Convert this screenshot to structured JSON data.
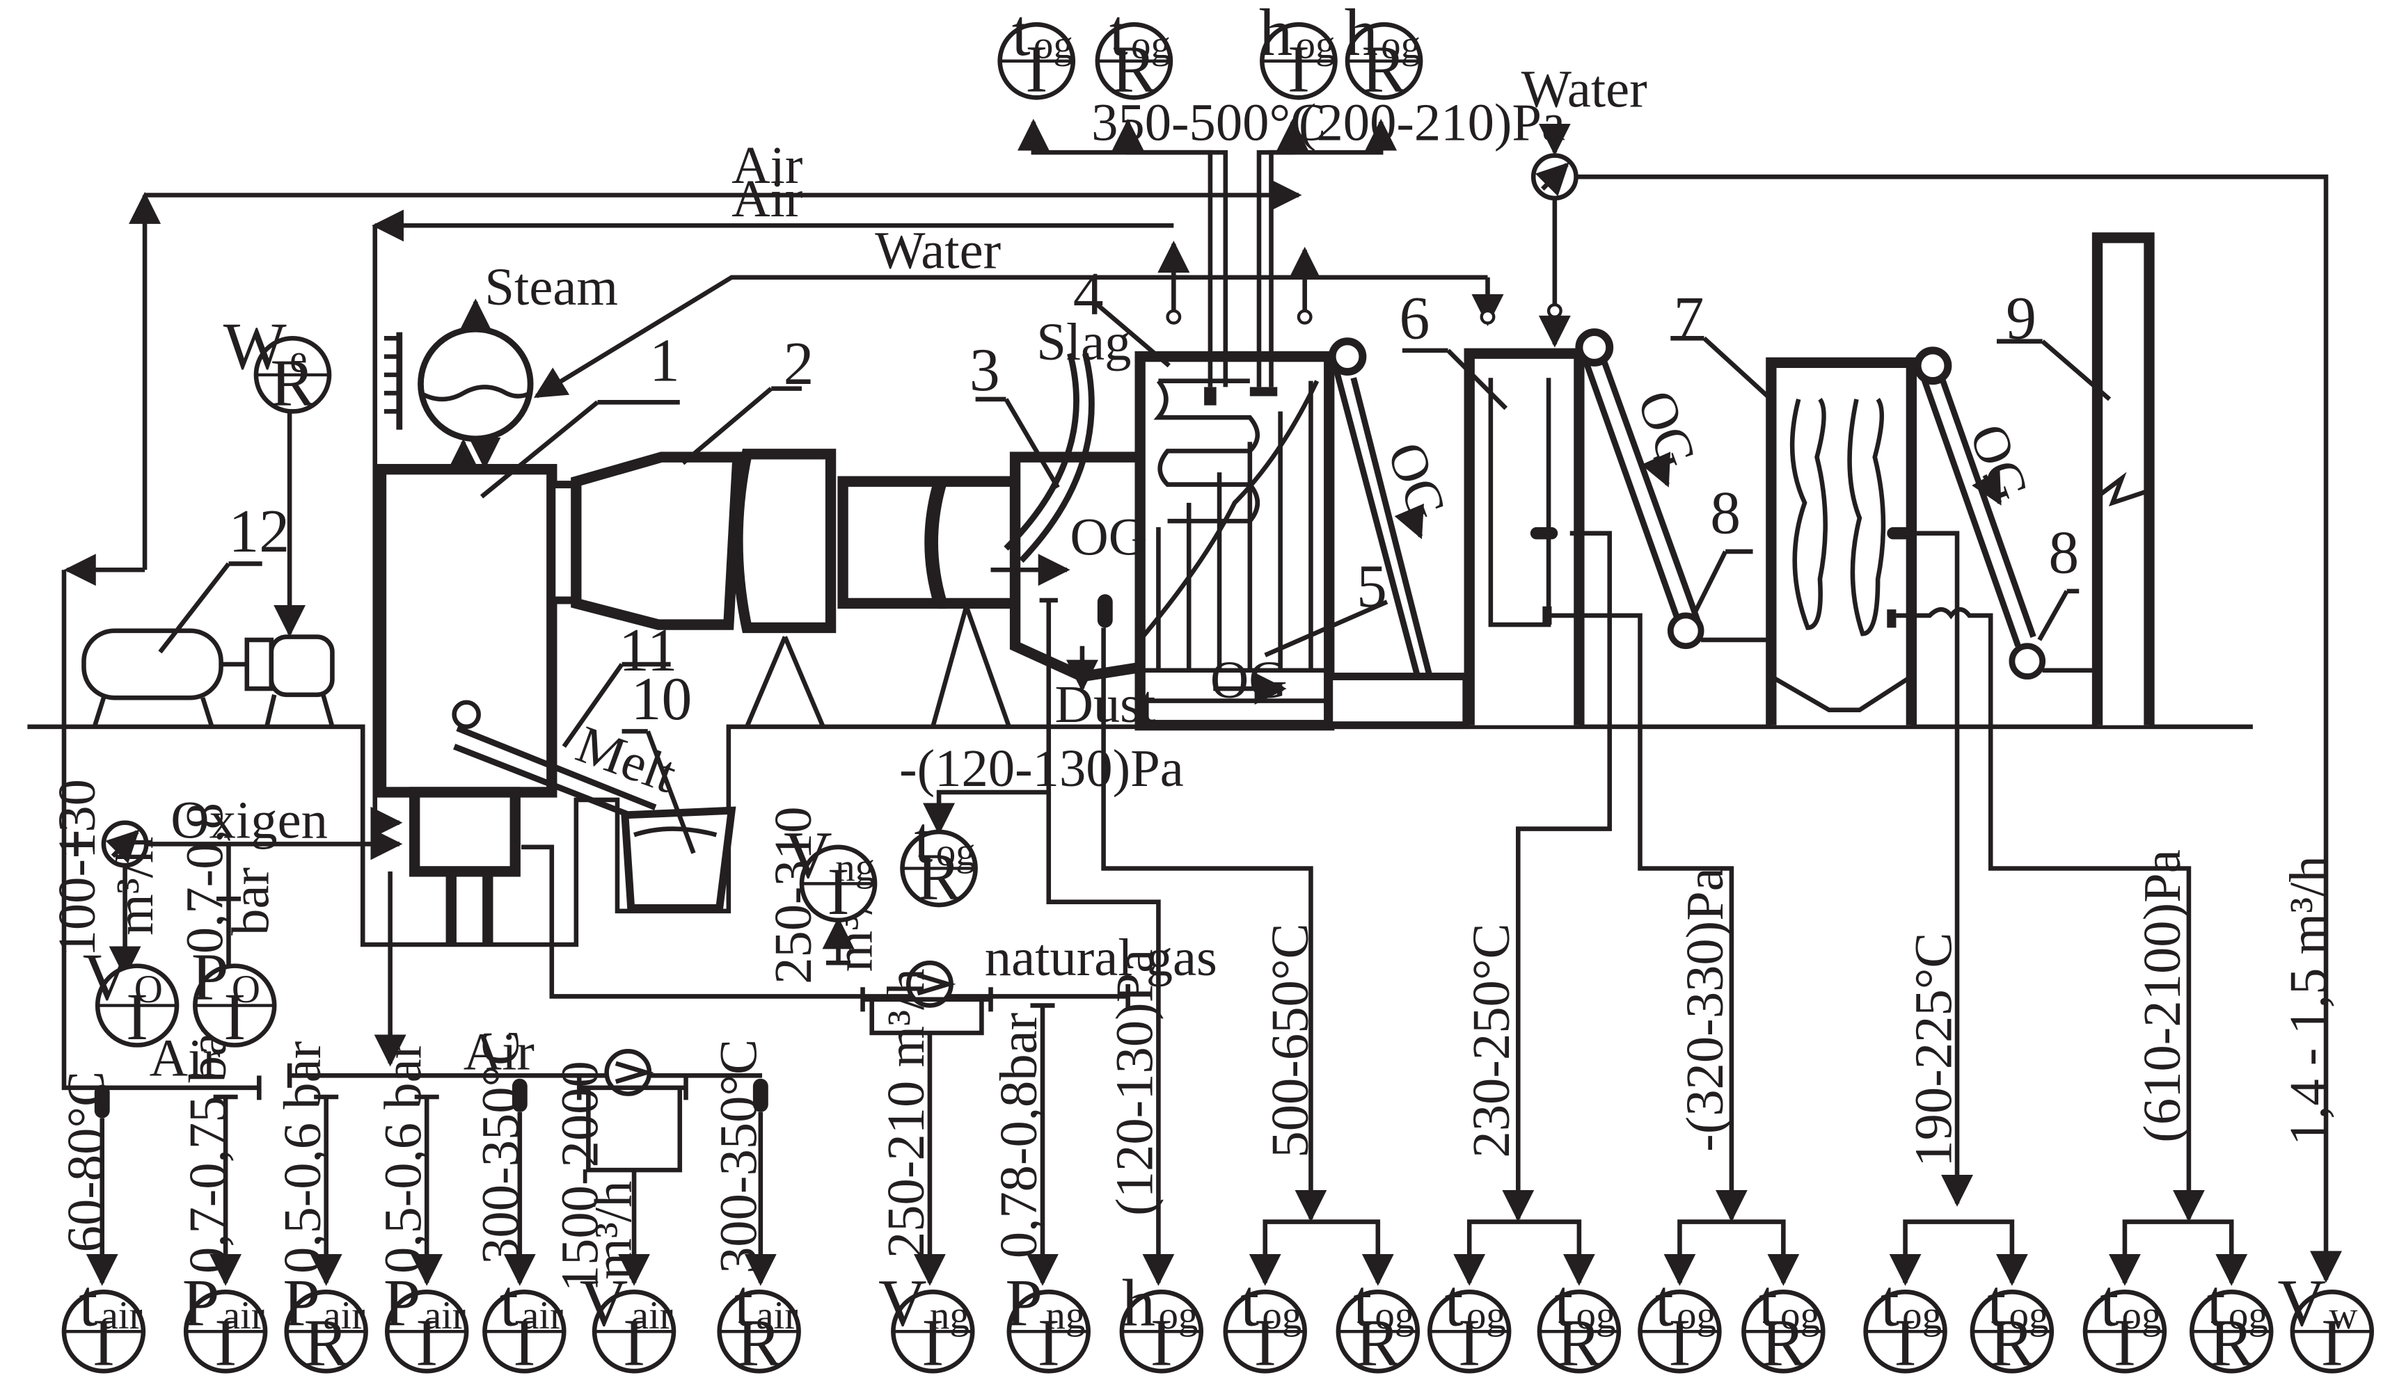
{
  "diagram": {
    "flows": {
      "air_top": "Air",
      "air_second": "Air",
      "water_line": "Water",
      "water_source": "Water",
      "steam": "Steam",
      "slag": "Slag",
      "dust": "Dust",
      "melt": "Melt",
      "oxygen": "Oxigen",
      "natural_gas": "natural  gas",
      "air_bottom_left": "Air",
      "air_bottom_mid": "Air",
      "og_labels": [
        "OG",
        "OG",
        "OG",
        "OG",
        "OG"
      ]
    },
    "equipment_numbers": [
      "1",
      "2",
      "3",
      "4",
      "5",
      "6",
      "7",
      "8",
      "8",
      "9",
      "10",
      "11",
      "12"
    ],
    "ranges": [
      {
        "id": "t_boiler",
        "text": "350-500°C"
      },
      {
        "id": "p_boiler",
        "text": "(200-210)Pa"
      },
      {
        "id": "p_gas_line",
        "text": "-(120-130)Pa"
      },
      {
        "id": "v_ng_flow",
        "text": "250-310"
      },
      {
        "id": "v_ng_unit",
        "text": "m³/h"
      },
      {
        "id": "v_oxygen",
        "text": "100-130"
      },
      {
        "id": "v_oxygen_unit",
        "text": "m³/h"
      },
      {
        "id": "p_oxygen",
        "text": "0,7-0,8"
      },
      {
        "id": "p_oxygen_unit",
        "text": "bar"
      },
      {
        "id": "t_air_1",
        "text": "60-80°C"
      },
      {
        "id": "p_air_1",
        "text": "0,7-0,75 bar"
      },
      {
        "id": "p_air_2",
        "text": "0,5-0,6 bar"
      },
      {
        "id": "p_air_3",
        "text": "0,5-0,6 bar"
      },
      {
        "id": "t_air_2",
        "text": "300-350°C"
      },
      {
        "id": "v_air",
        "text": "1500-2000"
      },
      {
        "id": "v_air_unit",
        "text": "m³/h"
      },
      {
        "id": "t_air_3",
        "text": "300-350°C"
      },
      {
        "id": "v_ng",
        "text": "250-210 m³/h"
      },
      {
        "id": "p_ng",
        "text": "0,78-0,8bar"
      },
      {
        "id": "h_og",
        "text": "(120-130)Pa"
      },
      {
        "id": "t_og_1",
        "text": "500-650°C"
      },
      {
        "id": "t_og_2",
        "text": "230-250°C"
      },
      {
        "id": "p_og_3",
        "text": "-(320-330)Pa"
      },
      {
        "id": "t_og_4",
        "text": "190-225°C"
      },
      {
        "id": "p_og_5",
        "text": "(610-2100)Pa"
      },
      {
        "id": "v_water",
        "text": "1,4 - 1,5  m³/h"
      }
    ],
    "instruments": [
      {
        "sym": "t",
        "sub": "og",
        "fn": "I"
      },
      {
        "sym": "t",
        "sub": "og",
        "fn": "R"
      },
      {
        "sym": "h",
        "sub": "og",
        "fn": "I"
      },
      {
        "sym": "h",
        "sub": "og",
        "fn": "R"
      },
      {
        "sym": "W",
        "sub": "e",
        "fn": "R"
      },
      {
        "sym": "V",
        "sub": "ng",
        "fn": "I"
      },
      {
        "sym": "t",
        "sub": "og",
        "fn": "R"
      },
      {
        "sym": "V",
        "sub": "O",
        "fn": "I"
      },
      {
        "sym": "P",
        "sub": "O",
        "fn": "I"
      },
      {
        "sym": "t",
        "sub": "air",
        "fn": "I"
      },
      {
        "sym": "P",
        "sub": "air",
        "fn": "I"
      },
      {
        "sym": "P",
        "sub": "air",
        "fn": "R"
      },
      {
        "sym": "P",
        "sub": "air",
        "fn": "I"
      },
      {
        "sym": "t",
        "sub": "air",
        "fn": "I"
      },
      {
        "sym": "V",
        "sub": "air",
        "fn": "I"
      },
      {
        "sym": "t",
        "sub": "air",
        "fn": "R"
      },
      {
        "sym": "V",
        "sub": "ng",
        "fn": "I"
      },
      {
        "sym": "P",
        "sub": "ng",
        "fn": "I"
      },
      {
        "sym": "h",
        "sub": "og",
        "fn": "I"
      },
      {
        "sym": "t",
        "sub": "og",
        "fn": "I"
      },
      {
        "sym": "t",
        "sub": "og",
        "fn": "R"
      },
      {
        "sym": "t",
        "sub": "og",
        "fn": "I"
      },
      {
        "sym": "t",
        "sub": "og",
        "fn": "R"
      },
      {
        "sym": "t",
        "sub": "og",
        "fn": "I"
      },
      {
        "sym": "t",
        "sub": "og",
        "fn": "R"
      },
      {
        "sym": "t",
        "sub": "og",
        "fn": "I"
      },
      {
        "sym": "t",
        "sub": "og",
        "fn": "R"
      },
      {
        "sym": "t",
        "sub": "og",
        "fn": "I"
      },
      {
        "sym": "t",
        "sub": "og",
        "fn": "R"
      },
      {
        "sym": "V",
        "sub": "w",
        "fn": "I"
      }
    ]
  }
}
